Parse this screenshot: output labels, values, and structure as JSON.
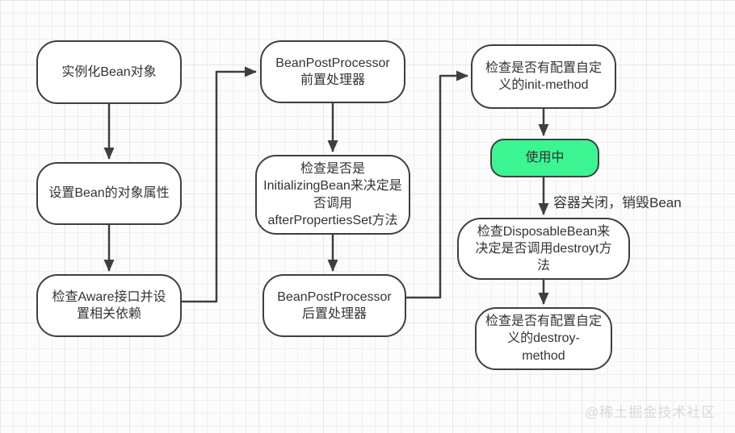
{
  "diagram": {
    "type": "flowchart",
    "colors": {
      "canvas_background": "#fcfcfc",
      "grid_line": "#e6e6e6",
      "node_fill": "#ffffff",
      "node_border": "#3f3f3f",
      "active_node_fill": "#3bf592",
      "arrow": "#3f3f3f",
      "text": "#333333",
      "watermark": "#d9d9d9"
    },
    "nodes": [
      {
        "id": "instantiate-bean",
        "label": "实例化Bean对象"
      },
      {
        "id": "set-bean-properties",
        "label": "设置Bean的对象属性"
      },
      {
        "id": "check-aware",
        "label": "检查Aware接口并设\n置相关依赖"
      },
      {
        "id": "bpp-before",
        "label": "BeanPostProcessor\n前置处理器"
      },
      {
        "id": "check-initializing-bean",
        "label": "检查是否是\nInitializingBean来决定是\n否调用\nafterPropertiesSet方法"
      },
      {
        "id": "bpp-after",
        "label": "BeanPostProcessor\n后置处理器"
      },
      {
        "id": "check-init-method",
        "label": "检查是否有配置自定\n义的init-method"
      },
      {
        "id": "in-use",
        "label": "使用中",
        "highlighted": true
      },
      {
        "id": "check-disposable-bean",
        "label": "检查DisposableBean来\n决定是否调用destroyt方\n法"
      },
      {
        "id": "check-destroy-method",
        "label": "检查是否有配置自定\n义的destroy-\nmethod"
      }
    ],
    "edge_labels": [
      {
        "id": "container-close",
        "text": "容器关闭，销毁Bean"
      }
    ],
    "watermark": "@稀土掘金技术社区"
  }
}
